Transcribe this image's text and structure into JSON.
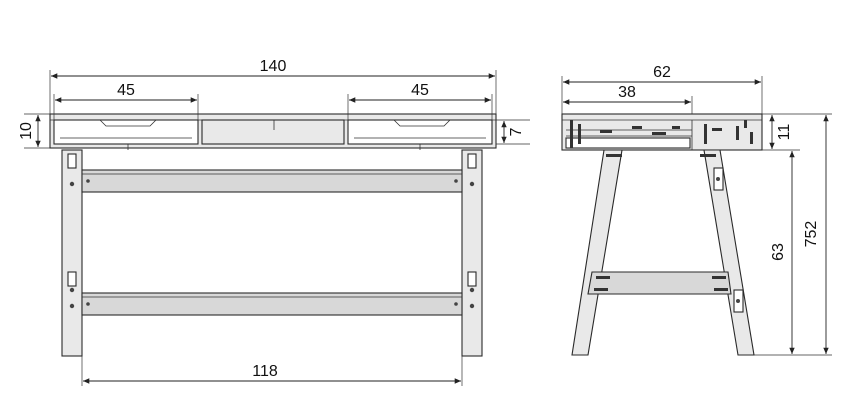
{
  "front_view": {
    "overall_width": "140",
    "drawer_left": "45",
    "drawer_right": "45",
    "top_height": "10",
    "drawer_height": "7",
    "leg_span": "118"
  },
  "side_view": {
    "depth": "62",
    "inner_depth": "38",
    "top_height": "11",
    "leg_height": "63",
    "total_height": "752"
  }
}
